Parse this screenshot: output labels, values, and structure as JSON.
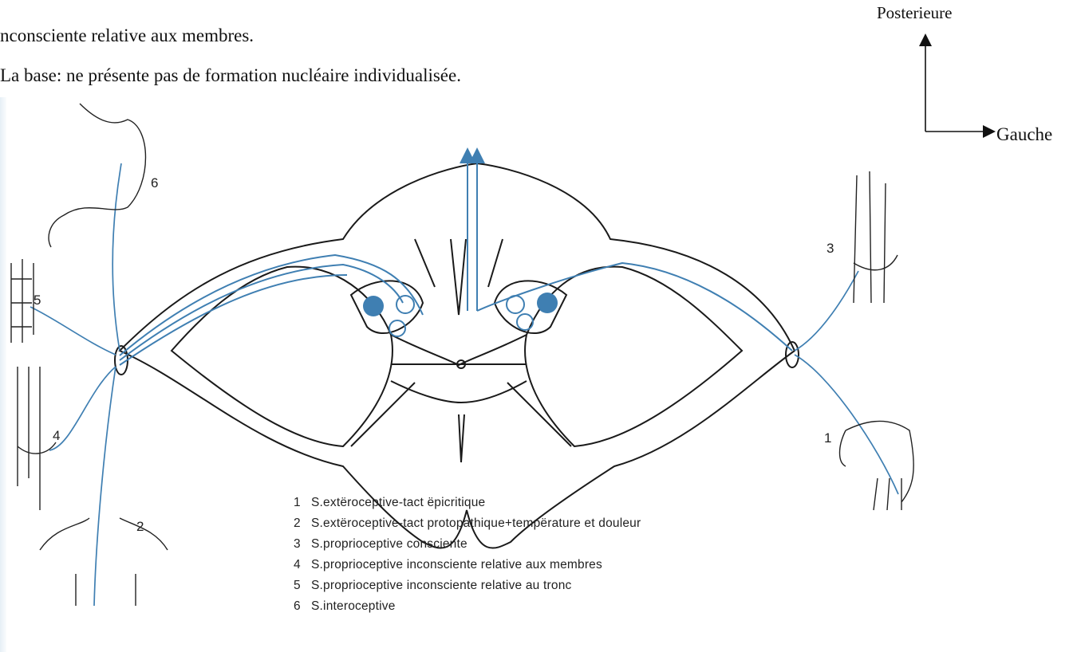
{
  "text_lines": [
    "nconsciente relative aux membres.",
    "La base: ne présente pas de formation nucléaire individualisée."
  ],
  "orientation": {
    "posterior_label": "Posterieure",
    "left_label": "Gauche"
  },
  "diagram": {
    "number_tags": [
      "1",
      "2",
      "3",
      "4",
      "5",
      "6"
    ],
    "legend": [
      {
        "num": "1",
        "text": "S.extëroceptive-tact ëpicritique"
      },
      {
        "num": "2",
        "text": "S.extëroceptive-tact protopathique+tempërature et douleur"
      },
      {
        "num": "3",
        "text": "S.proprioceptive consciente"
      },
      {
        "num": "4",
        "text": "S.proprioceptive inconsciente relative aux membres"
      },
      {
        "num": "5",
        "text": "S.proprioceptive inconsciente relative au tronc"
      },
      {
        "num": "6",
        "text": "S.interoceptive"
      }
    ],
    "colors": {
      "nerve_blue": "#3f7fb2",
      "outline": "#1a1a1a"
    }
  }
}
